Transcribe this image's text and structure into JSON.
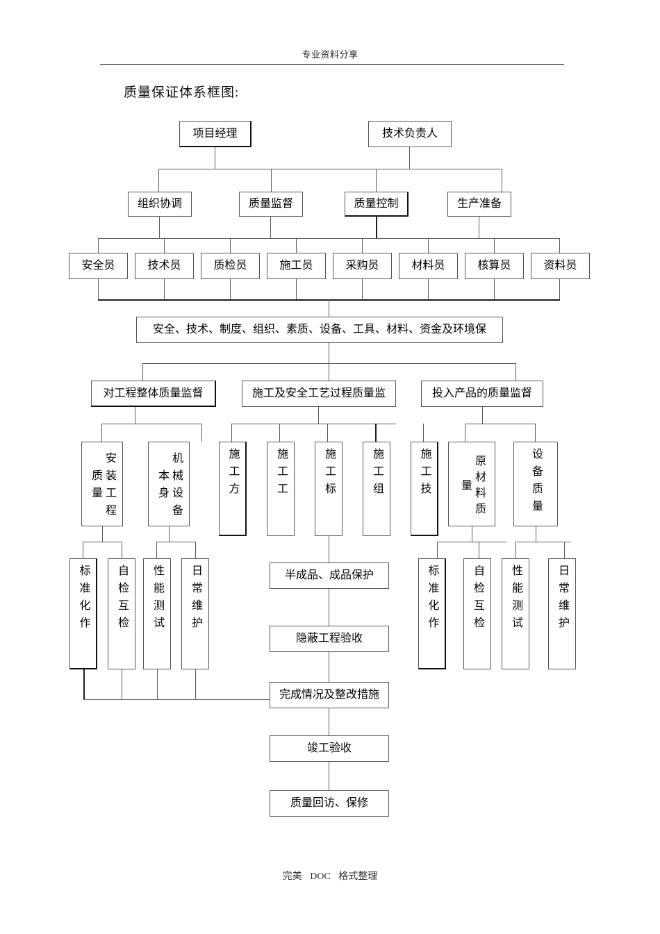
{
  "header": {
    "text": "专业资料分享"
  },
  "footer": {
    "text_cn": "完美",
    "text_doc": "DOC",
    "text_cn2": "格式整理"
  },
  "title": "质量保证体系框图:",
  "chart_data": {
    "type": "diagram",
    "title": "质量保证体系框图",
    "levels": {
      "level1": [
        {
          "id": "pm",
          "label": "项目经理"
        },
        {
          "id": "tech_lead",
          "label": "技术负责人"
        }
      ],
      "level2": [
        {
          "id": "org",
          "label": "组织协调"
        },
        {
          "id": "qsup",
          "label": "质量监督"
        },
        {
          "id": "qctl",
          "label": "质量控制"
        },
        {
          "id": "prod",
          "label": "生产准备"
        }
      ],
      "level3": [
        {
          "id": "safety",
          "label": "安全员"
        },
        {
          "id": "tech",
          "label": "技术员"
        },
        {
          "id": "qc",
          "label": "质检员"
        },
        {
          "id": "cons",
          "label": "施工员"
        },
        {
          "id": "purch",
          "label": "采购员"
        },
        {
          "id": "mat",
          "label": "材料员"
        },
        {
          "id": "acct",
          "label": "核算员"
        },
        {
          "id": "data",
          "label": "资料员"
        }
      ],
      "resources": {
        "id": "resources",
        "label": "安全、技术、制度、组织、素质、设备、工具、材料、资金及环境保"
      },
      "supervision": [
        {
          "id": "whole",
          "label": "对工程整体质量监督"
        },
        {
          "id": "process",
          "label": "施工及安全工艺过程质量监"
        },
        {
          "id": "input",
          "label": "投入产品的质量监督"
        }
      ],
      "whole_children": [
        {
          "id": "install",
          "label": "安装工程质量"
        },
        {
          "id": "machine",
          "label": "机械设备本身"
        }
      ],
      "process_children": [
        {
          "id": "cm_fang",
          "label": "施工方"
        },
        {
          "id": "cm_gong",
          "label": "施工工"
        },
        {
          "id": "cm_biao",
          "label": "施工标"
        },
        {
          "id": "cm_zu",
          "label": "施工组"
        },
        {
          "id": "cm_ji",
          "label": "施工技"
        }
      ],
      "input_children": [
        {
          "id": "raw",
          "label": "原材料质量"
        },
        {
          "id": "equip",
          "label": "设备质量"
        }
      ],
      "measures_left": [
        {
          "id": "std_l",
          "label": "标准化作"
        },
        {
          "id": "self_l",
          "label": "自检互检"
        },
        {
          "id": "perf_l",
          "label": "性能测试"
        },
        {
          "id": "maint_l",
          "label": "日常维护"
        }
      ],
      "measures_right": [
        {
          "id": "std_r",
          "label": "标准化作"
        },
        {
          "id": "self_r",
          "label": "自检互检"
        },
        {
          "id": "perf_r",
          "label": "性能测试"
        },
        {
          "id": "maint_r",
          "label": "日常维护"
        }
      ],
      "center_flow": [
        {
          "id": "semi",
          "label": "半成品、成品保护"
        },
        {
          "id": "hidden",
          "label": "隐蔽工程验收"
        },
        {
          "id": "rectify",
          "label": "完成情况及整改措施"
        },
        {
          "id": "complete",
          "label": "竣工验收"
        },
        {
          "id": "revisit",
          "label": "质量回访、保修"
        }
      ]
    }
  }
}
